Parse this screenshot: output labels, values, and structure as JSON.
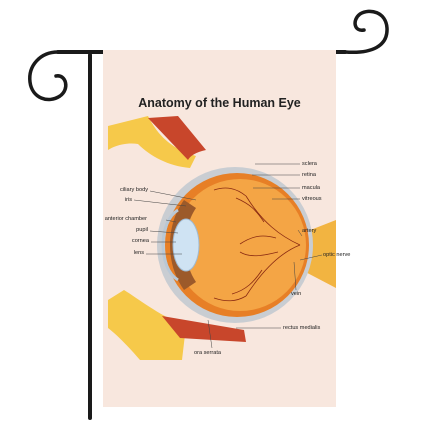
{
  "title": "Anatomy of the Human Eye",
  "labels_left": {
    "ciliary_body": "ciliary body",
    "iris": "iris",
    "anterior_chamber": "anterior chamber",
    "pupil": "pupil",
    "cornea": "cornea",
    "lens": "lens"
  },
  "labels_right": {
    "sclera": "sclera",
    "retina": "retina",
    "macula": "macula",
    "vitreous": "vitreous",
    "artery": "artery",
    "optic_nerve": "optic nerve",
    "vein": "vein",
    "rectus_medialis": "rectus medialis"
  },
  "labels_bottom": {
    "ora_serrata": "ora serrata"
  },
  "colors": {
    "background": "#f8e7de",
    "flag_pole": "#1a1a1a",
    "sclera": "#c9cdd2",
    "eyeball": "#f2992e",
    "bone": "#f6c94a",
    "muscle": "#c8462b",
    "lens": "#cfe3f3",
    "nerve": "#f2b441"
  }
}
